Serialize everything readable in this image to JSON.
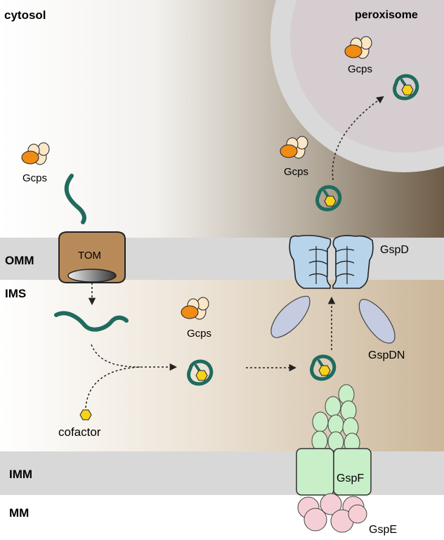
{
  "regions": {
    "cytosol": "cytosol",
    "peroxisome": "peroxisome",
    "omm": "OMM",
    "ims": "IMS",
    "imm": "IMM",
    "mm": "MM"
  },
  "proteins": {
    "tom": "TOM",
    "gspd": "GspD",
    "gspdn": "GspDN",
    "gspf": "GspF",
    "gspe": "GspE",
    "gcps": "Gcps",
    "cofactor": "cofactor"
  },
  "colors": {
    "membrane": "#d8d8d8",
    "chain": "#1f6b5e",
    "cofactor": "#f6d21a",
    "tom": "#b88a5a",
    "gspd": "#b8d4ea",
    "gspdn": "#c5cbe0",
    "gspf": "#c8efc8",
    "gspe": "#f6cfd6",
    "gcps_orange": "#ef8c15",
    "gcps_cream": "#fbe6c6"
  }
}
